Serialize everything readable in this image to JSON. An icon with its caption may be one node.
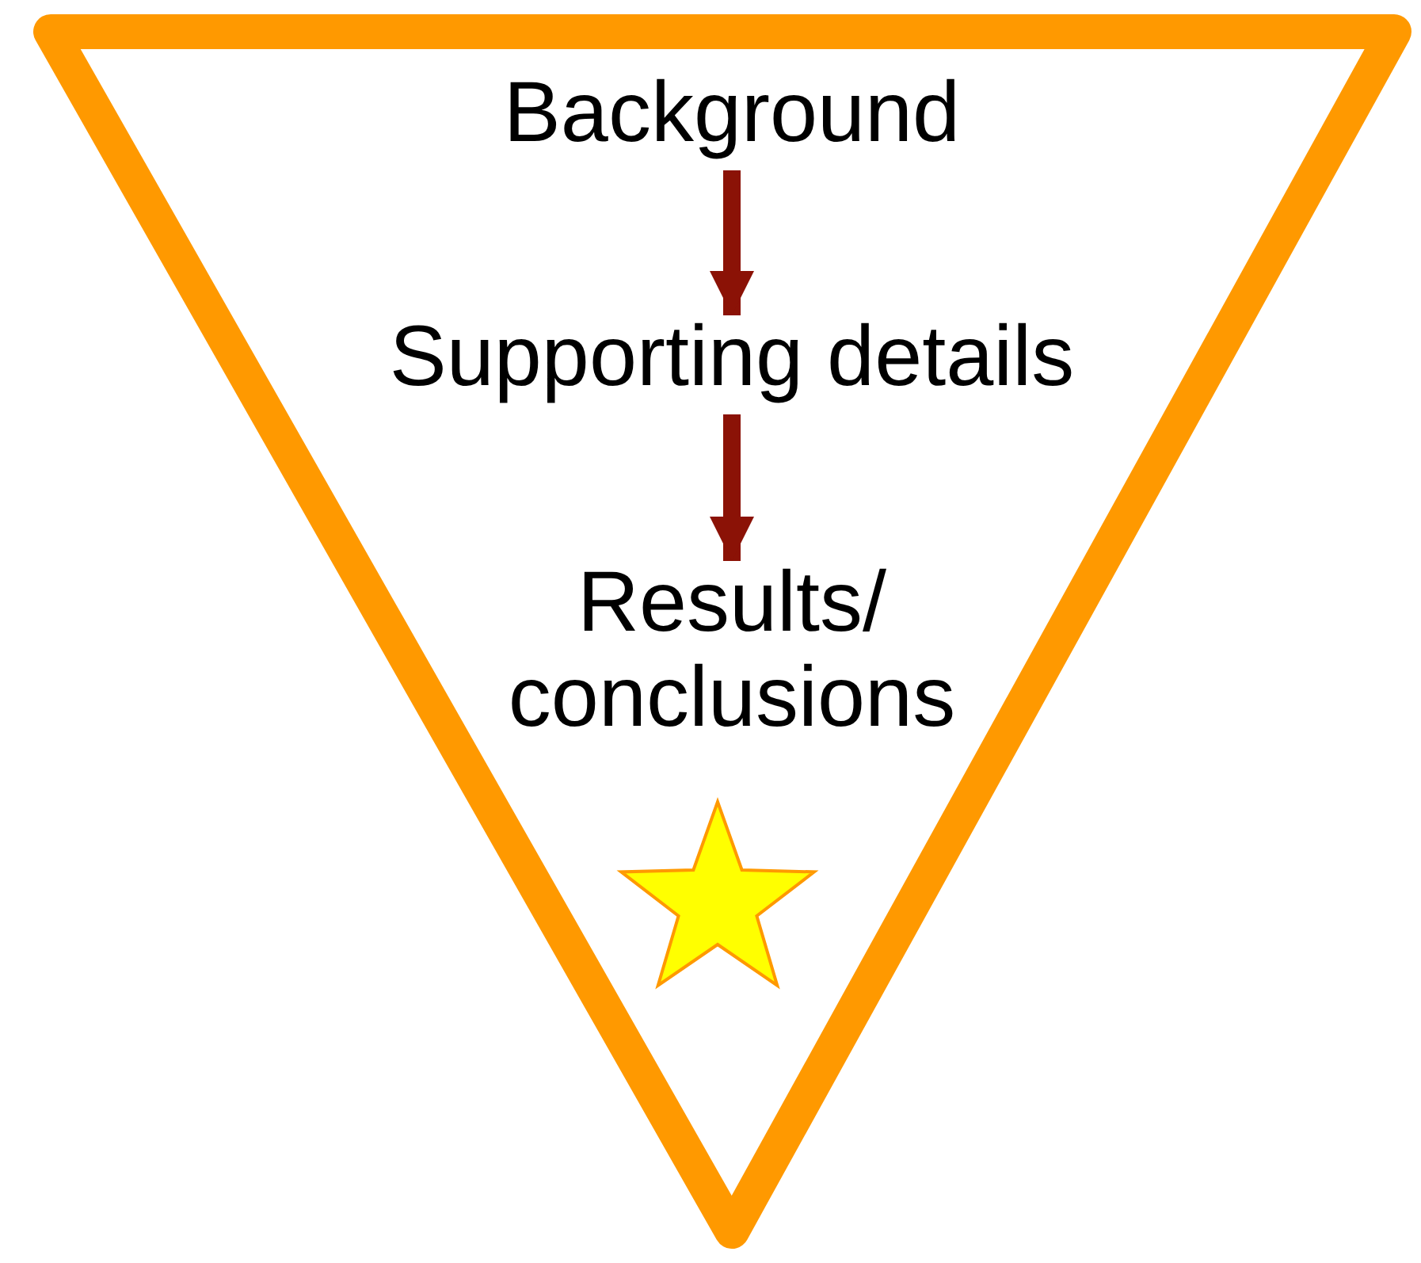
{
  "diagram": {
    "nodes": [
      {
        "text": [],
        "shape": "triangle"
      },
      {
        "text": [
          "Background"
        ],
        "in": 0
      },
      {
        "text": [
          "Supporting details"
        ],
        "in": 0
      },
      {
        "text": [
          "Results/ conclusions"
        ],
        "in": 0
      }
    ],
    "edges": [
      {
        "from": 1,
        "to": 2,
        "arrow": "to"
      },
      {
        "from": 2,
        "to": 3,
        "arrow": "to"
      }
    ]
  }
}
